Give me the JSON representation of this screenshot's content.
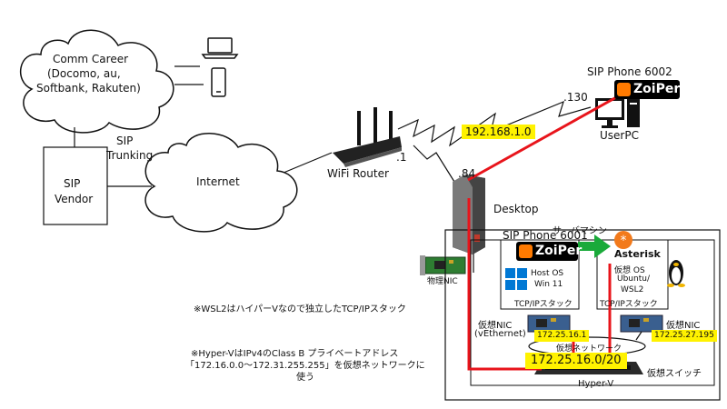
{
  "carrier": {
    "title": "Comm Career",
    "line2": "(Docomo, au,",
    "line3": "Softbank, Rakuten)"
  },
  "sip_vendor": {
    "line1": "SIP",
    "line2": "Vendor"
  },
  "sip_trunking": {
    "line1": "SIP",
    "line2": "Trunking"
  },
  "internet": {
    "label": "Internet"
  },
  "router": {
    "label": "WiFi Router",
    "ip_suffix": ".1"
  },
  "network_ip": "192.168.1.0",
  "userpc": {
    "label": "UserPC",
    "phone_label": "SIP Phone 6002",
    "ip_suffix": ".130",
    "app": "ZoiPer"
  },
  "desktop": {
    "label": "Desktop",
    "ip_suffix": ".84"
  },
  "host_label": "サーバマシン",
  "phone_6001": {
    "label": "SIP Phone 6001",
    "app": "ZoiPer"
  },
  "host_os": {
    "line1": "Host OS",
    "line2": "Win 11"
  },
  "guest_os": {
    "line1": "仮想 OS",
    "line2": "Ubuntu/",
    "line3": "WSL2",
    "app": "Asterisk"
  },
  "tcpip_host": "TCP/IPスタック",
  "tcpip_guest": "TCP/IPスタック",
  "physical_nic": "物理NIC",
  "vnic_host": {
    "line1": "仮想NIC",
    "line2": "(vEthernet)",
    "ip": "172.25.16.1"
  },
  "vnic_guest": {
    "label": "仮想NIC",
    "ip": "172.25.27.195"
  },
  "virtual_network": "仮想ネットワーク",
  "subnet": "172.25.16.0/20",
  "virtual_switch": "仮想スイッチ",
  "hyperv": "Hyper-V",
  "note1": "※WSL2はハイパーVなので独立したTCP/IPスタック",
  "note2": {
    "line1": "※Hyper-VはIPv4のClass B プライベートアドレス",
    "line2": "「172.16.0.0～172.31.255.255」を仮想ネットワークに",
    "line3": "使う"
  }
}
